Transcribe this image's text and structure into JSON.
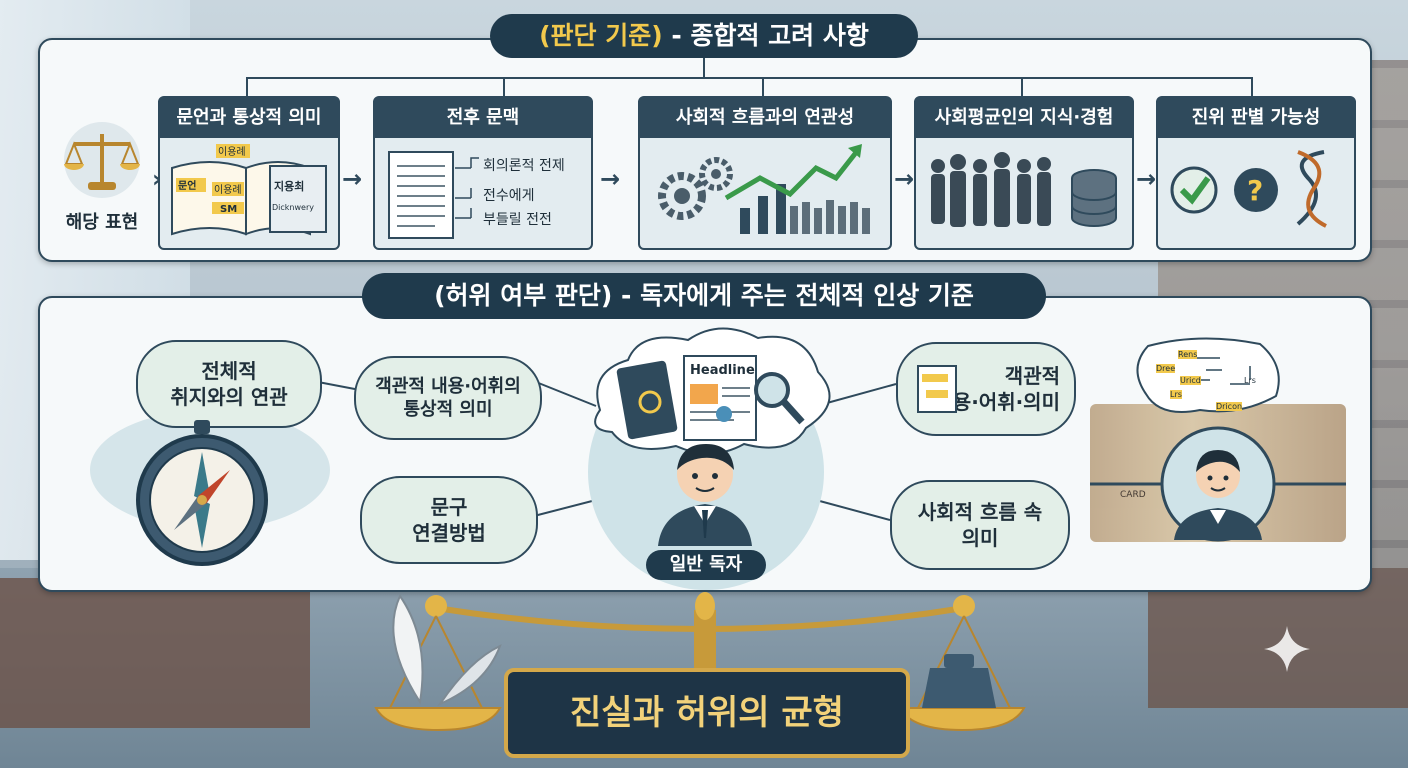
{
  "top_section": {
    "title_paren": "(판단 기준)",
    "title_rest": " - 종합적 고려 사항",
    "start_label": "해당 표현",
    "cards": [
      {
        "label": "문언과 통상적 의미",
        "book_tags": [
          "문언",
          "이용례",
          "이용례"
        ],
        "dict_label": "지용최",
        "dict_sub": "Dicknwery",
        "tag_sm": "SM"
      },
      {
        "label": "전후 문맥",
        "notes": [
          "회의론적 전제",
          "전수에게",
          "부들릴 전전"
        ]
      },
      {
        "label": "사회적 흐름과의 연관성"
      },
      {
        "label": "사회평균인의 지식·경험"
      },
      {
        "label": "진위 판별 가능성"
      }
    ]
  },
  "middle_section": {
    "title": "(허위 여부 판단) - 독자에게 주는 전체적 인상 기준",
    "bubbles": [
      {
        "lines": [
          "전체적",
          "취지와의 연관"
        ]
      },
      {
        "lines": [
          "객관적 내용·어휘의",
          "통상적 의미"
        ]
      },
      {
        "lines": [
          "문구",
          "연결방법"
        ]
      },
      {
        "lines": [
          "객관적",
          "내용·어휘·의미"
        ]
      },
      {
        "lines": [
          "사회적 흐름 속",
          "의미"
        ]
      }
    ],
    "newspaper_headline": "Headline",
    "reader_label": "일반 독자",
    "timeline_notes": [
      "Rens",
      "Dree",
      "Uricd",
      "Lrs",
      "Lrs",
      "Dricon",
      "CARD"
    ]
  },
  "bottom_label": "진실과 허위의 균형",
  "colors": {
    "navy": "#1f3a4c",
    "gold": "#d4a84a",
    "card_bg": "#e3ecf0",
    "bubble_bg": "#e3efe8"
  }
}
